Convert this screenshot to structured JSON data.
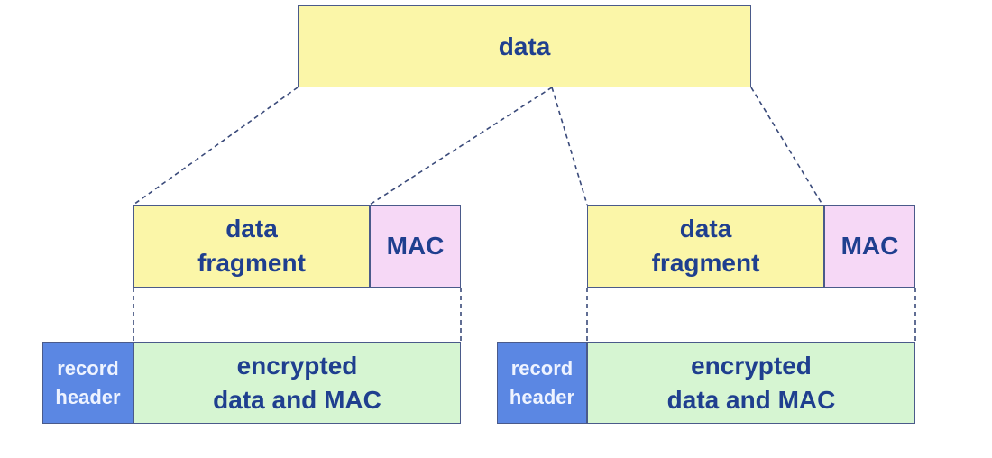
{
  "colors": {
    "data_fill": "#fbf6a8",
    "mac_fill": "#f6d8f6",
    "encrypted_fill": "#d6f5d2",
    "header_fill": "#5b87e3",
    "text": "#1f3f8f",
    "header_text": "#eef3ff",
    "line": "#3a4a7a"
  },
  "top": {
    "label": "data"
  },
  "records": [
    {
      "fragment_label": "data\nfragment",
      "mac_label": "MAC",
      "header_label": "record\nheader",
      "encrypted_label": "encrypted\ndata and MAC"
    },
    {
      "fragment_label": "data\nfragment",
      "mac_label": "MAC",
      "header_label": "record\nheader",
      "encrypted_label": "encrypted\ndata and MAC"
    }
  ]
}
